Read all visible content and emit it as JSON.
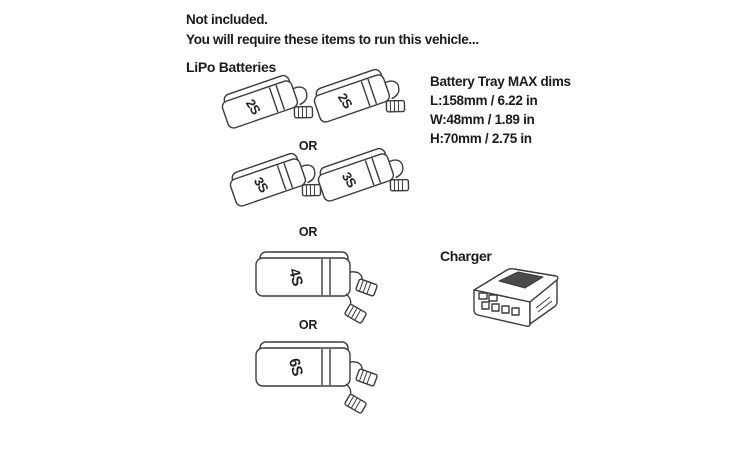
{
  "page": {
    "intro": {
      "line1": "Not included.",
      "line2": "You will require these items to run this vehicle..."
    },
    "sections": {
      "lipo_heading": "LiPo Batteries",
      "charger_heading": "Charger"
    },
    "separator": "OR",
    "batteries": {
      "options": [
        {
          "labels": [
            "2S",
            "2S"
          ]
        },
        {
          "labels": [
            "3S",
            "3S"
          ]
        },
        {
          "labels": [
            "4S"
          ]
        },
        {
          "labels": [
            "6S"
          ]
        }
      ]
    },
    "tray": {
      "heading": "Battery Tray MAX dims",
      "length": "L:158mm / 6.22 in",
      "width": "W:48mm / 1.89 in",
      "height": "H:70mm / 2.75 in"
    },
    "colors": {
      "line_art": "#3b3b3b",
      "screen": "#4a4a4a",
      "text": "#1b1b1b"
    }
  }
}
